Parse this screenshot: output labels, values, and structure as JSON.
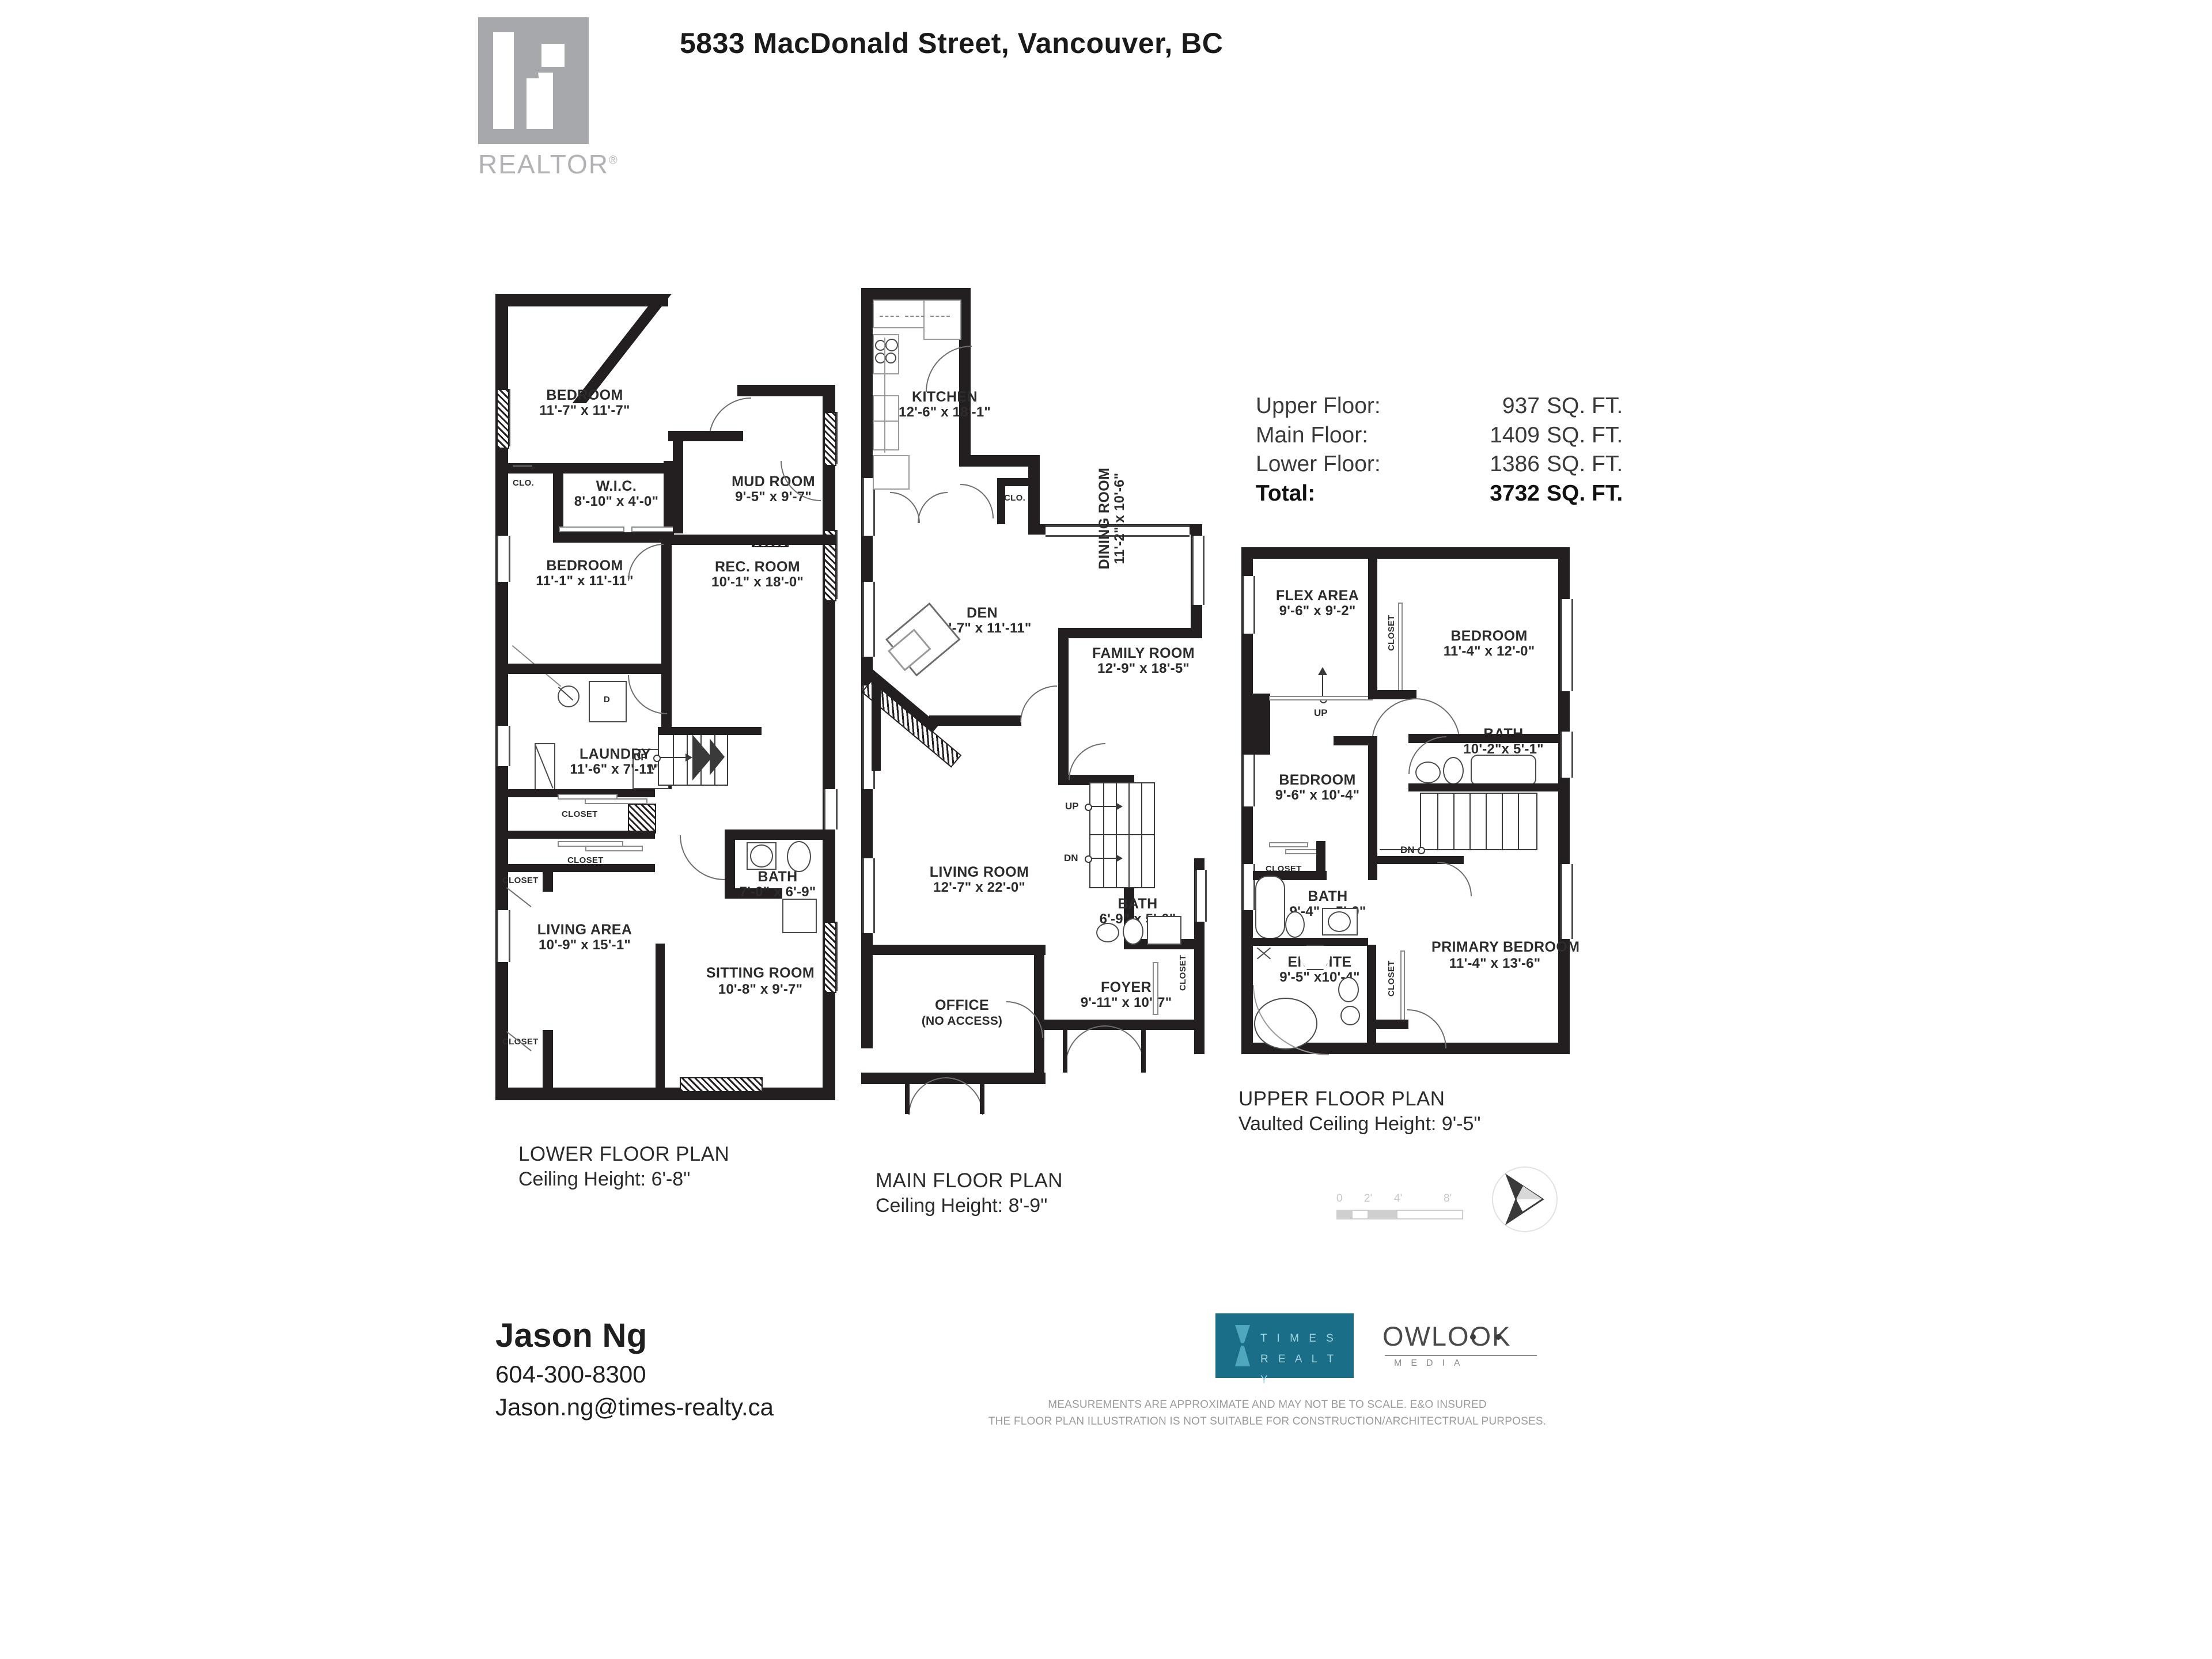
{
  "header": {
    "title": "5833 MacDonald Street, Vancouver, BC",
    "realtor_wordmark": "REALTOR",
    "realtor_registered": "®"
  },
  "area_summary": {
    "rows": [
      {
        "label": "Upper Floor:",
        "value": "937",
        "unit": "SQ. FT."
      },
      {
        "label": "Main Floor:",
        "value": "1409",
        "unit": "SQ. FT."
      },
      {
        "label": "Lower Floor:",
        "value": "1386",
        "unit": "SQ. FT."
      }
    ],
    "total": {
      "label": "Total:",
      "value": "3732",
      "unit": "SQ. FT."
    }
  },
  "captions": {
    "lower": {
      "title": "LOWER FLOOR PLAN",
      "ceiling": "Ceiling Height: 6'-8\""
    },
    "main": {
      "title": "MAIN FLOOR PLAN",
      "ceiling": "Ceiling Height: 8'-9\""
    },
    "upper": {
      "title": "UPPER FLOOR PLAN",
      "ceiling": "Vaulted Ceiling Height: 9'-5\""
    }
  },
  "lower_floor": {
    "rooms": [
      {
        "name": "BEDROOM",
        "dim": "11'-7\" x 11'-7\""
      },
      {
        "name": "W.I.C.",
        "dim": "8'-10\" x 4'-0\""
      },
      {
        "name": "MUD ROOM",
        "dim": "9'-5\" x 9'-7\""
      },
      {
        "name": "BEDROOM",
        "dim": "11'-1\" x 11'-11\""
      },
      {
        "name": "REC. ROOM",
        "dim": "10'-1\" x 18'-0\""
      },
      {
        "name": "LAUNDRY",
        "dim": "11'-6\" x 7'-11\""
      },
      {
        "name": "BATH",
        "dim": "7'-0\" x 6'-9\""
      },
      {
        "name": "LIVING AREA",
        "dim": "10'-9\" x 15'-1\""
      },
      {
        "name": "SITTING ROOM",
        "dim": "10'-8\" x 9'-7\""
      }
    ],
    "labels": {
      "clo": "CLO.",
      "closet": "CLOSET",
      "dryer": "D",
      "washer": "W",
      "up": "UP"
    }
  },
  "main_floor": {
    "rooms": [
      {
        "name": "KITCHEN",
        "dim": "12'-6\" x 18'-1\""
      },
      {
        "name": "DINING ROOM",
        "dim": "11'-2\" x 10'-6\""
      },
      {
        "name": "DEN",
        "dim": "12'-7\" x 11'-11\""
      },
      {
        "name": "FAMILY ROOM",
        "dim": "12'-9\"  x 18'-5\""
      },
      {
        "name": "LIVING ROOM",
        "dim": "12'-7\" x 22'-0\""
      },
      {
        "name": "BATH",
        "dim": "6'-9\" x 5'-0\""
      },
      {
        "name": "FOYER",
        "dim": "9'-11\" x 10'-7\""
      },
      {
        "name": "OFFICE",
        "dim": "(NO ACCESS)"
      }
    ],
    "labels": {
      "clo": "CLO.",
      "closet": "CLOSET",
      "up": "UP",
      "dn": "DN"
    }
  },
  "upper_floor": {
    "rooms": [
      {
        "name": "FLEX AREA",
        "dim": "9'-6\" x 9'-2\""
      },
      {
        "name": "BEDROOM",
        "dim": "11'-4\" x 12'-0\""
      },
      {
        "name": "BEDROOM",
        "dim": "9'-6\" x 10'-4\""
      },
      {
        "name": "BATH",
        "dim": "10'-2\"x 5'-1\""
      },
      {
        "name": "BATH",
        "dim": "9'-4\" x 5'-0\""
      },
      {
        "name": "ENSUITE",
        "dim": "9'-5\" x10'-4\""
      },
      {
        "name": "PRIMARY BEDROOM",
        "dim": "11'-4\" x 13'-6\""
      }
    ],
    "labels": {
      "closet": "CLOSET",
      "up": "UP",
      "dn": "DN"
    }
  },
  "scale_bar": {
    "ticks": [
      "0",
      "2'",
      "4'",
      "8'"
    ]
  },
  "footer": {
    "agent_name": "Jason Ng",
    "agent_phone": "604-300-8300",
    "agent_email": "Jason.ng@times-realty.ca",
    "times_logo_line1": "T I M E S",
    "times_logo_line2": "R E A L T Y",
    "owlook_word": "OWLOOK",
    "owlook_sub": "MEDIA",
    "disclaimer_line1": "MEASUREMENTS ARE APPROXIMATE AND MAY NOT BE TO SCALE.  E&O INSURED",
    "disclaimer_line2": "THE FLOOR PLAN ILLUSTRATION IS NOT SUITABLE FOR CONSTRUCTION/ARCHITECTRUAL PURPOSES."
  },
  "colors": {
    "wall": "#231f20",
    "realtor_gray": "#a6a8ab",
    "times_teal": "#1a6e87",
    "disclaimer_gray": "#9b9b9b"
  }
}
